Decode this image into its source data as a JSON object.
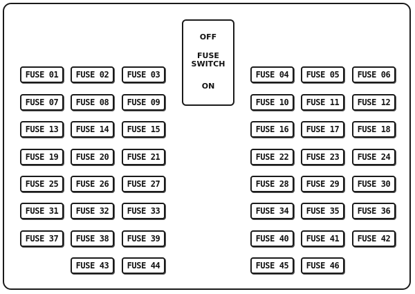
{
  "switch": {
    "off_label": "OFF",
    "label_line1": "FUSE",
    "label_line2": "SWITCH",
    "on_label": "ON"
  },
  "fuses": {
    "f01": "FUSE 01",
    "f02": "FUSE 02",
    "f03": "FUSE 03",
    "f04": "FUSE 04",
    "f05": "FUSE 05",
    "f06": "FUSE 06",
    "f07": "FUSE 07",
    "f08": "FUSE 08",
    "f09": "FUSE 09",
    "f10": "FUSE 10",
    "f11": "FUSE 11",
    "f12": "FUSE 12",
    "f13": "FUSE 13",
    "f14": "FUSE 14",
    "f15": "FUSE 15",
    "f16": "FUSE 16",
    "f17": "FUSE 17",
    "f18": "FUSE 18",
    "f19": "FUSE 19",
    "f20": "FUSE 20",
    "f21": "FUSE 21",
    "f22": "FUSE 22",
    "f23": "FUSE 23",
    "f24": "FUSE 24",
    "f25": "FUSE 25",
    "f26": "FUSE 26",
    "f27": "FUSE 27",
    "f28": "FUSE 28",
    "f29": "FUSE 29",
    "f30": "FUSE 30",
    "f31": "FUSE 31",
    "f32": "FUSE 32",
    "f33": "FUSE 33",
    "f34": "FUSE 34",
    "f35": "FUSE 35",
    "f36": "FUSE 36",
    "f37": "FUSE 37",
    "f38": "FUSE 38",
    "f39": "FUSE 39",
    "f40": "FUSE 40",
    "f41": "FUSE 41",
    "f42": "FUSE 42",
    "f43": "FUSE 43",
    "f44": "FUSE 44",
    "f45": "FUSE 45",
    "f46": "FUSE 46"
  }
}
